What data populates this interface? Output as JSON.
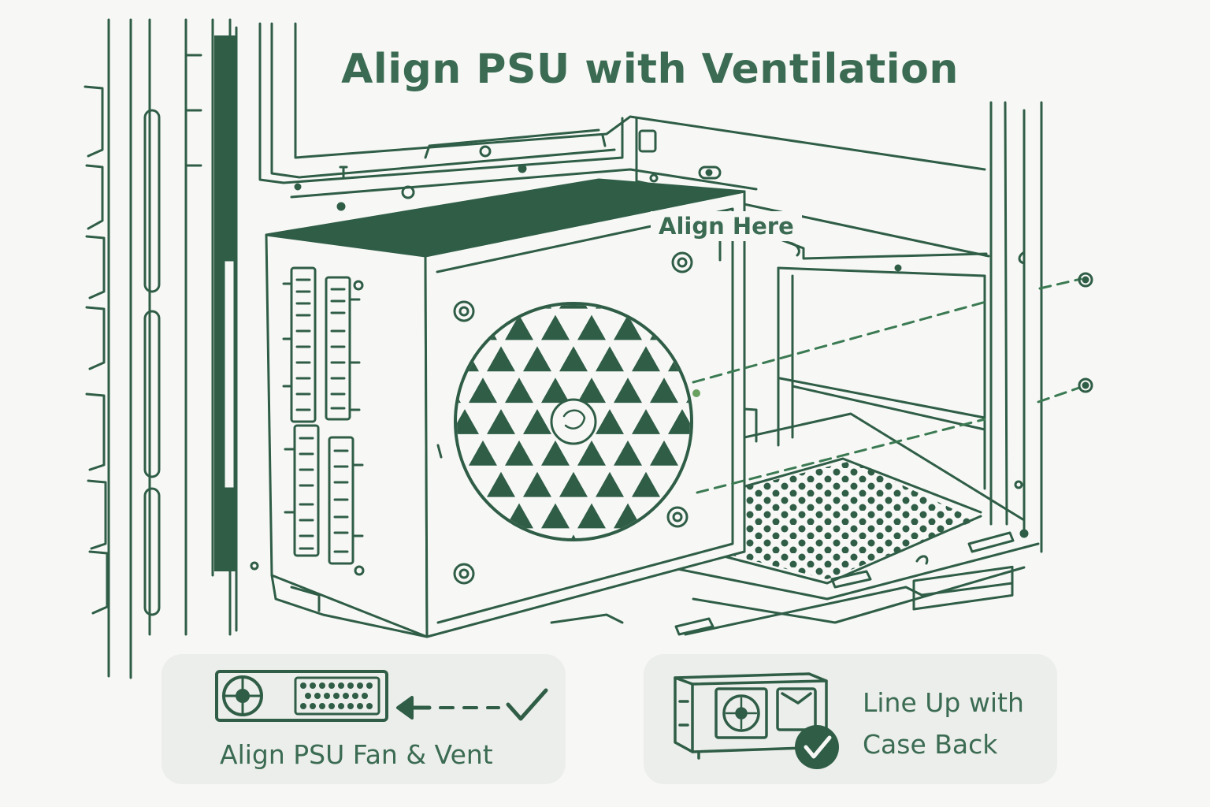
{
  "title": "Align PSU with Ventilation",
  "callout": "Align Here",
  "cards": {
    "left": {
      "label": "Align PSU Fan & Vent"
    },
    "right": {
      "line1": "Line Up with",
      "line2": "Case Back"
    }
  },
  "colors": {
    "ink": "#2f5d46",
    "accent": "#3b6b52",
    "background": "#f7f8f6",
    "card": "#eceeeb"
  },
  "icons": [
    "psu-icon",
    "arrow-left-icon",
    "checkmark-icon",
    "psu-case-icon",
    "check-badge-icon"
  ]
}
